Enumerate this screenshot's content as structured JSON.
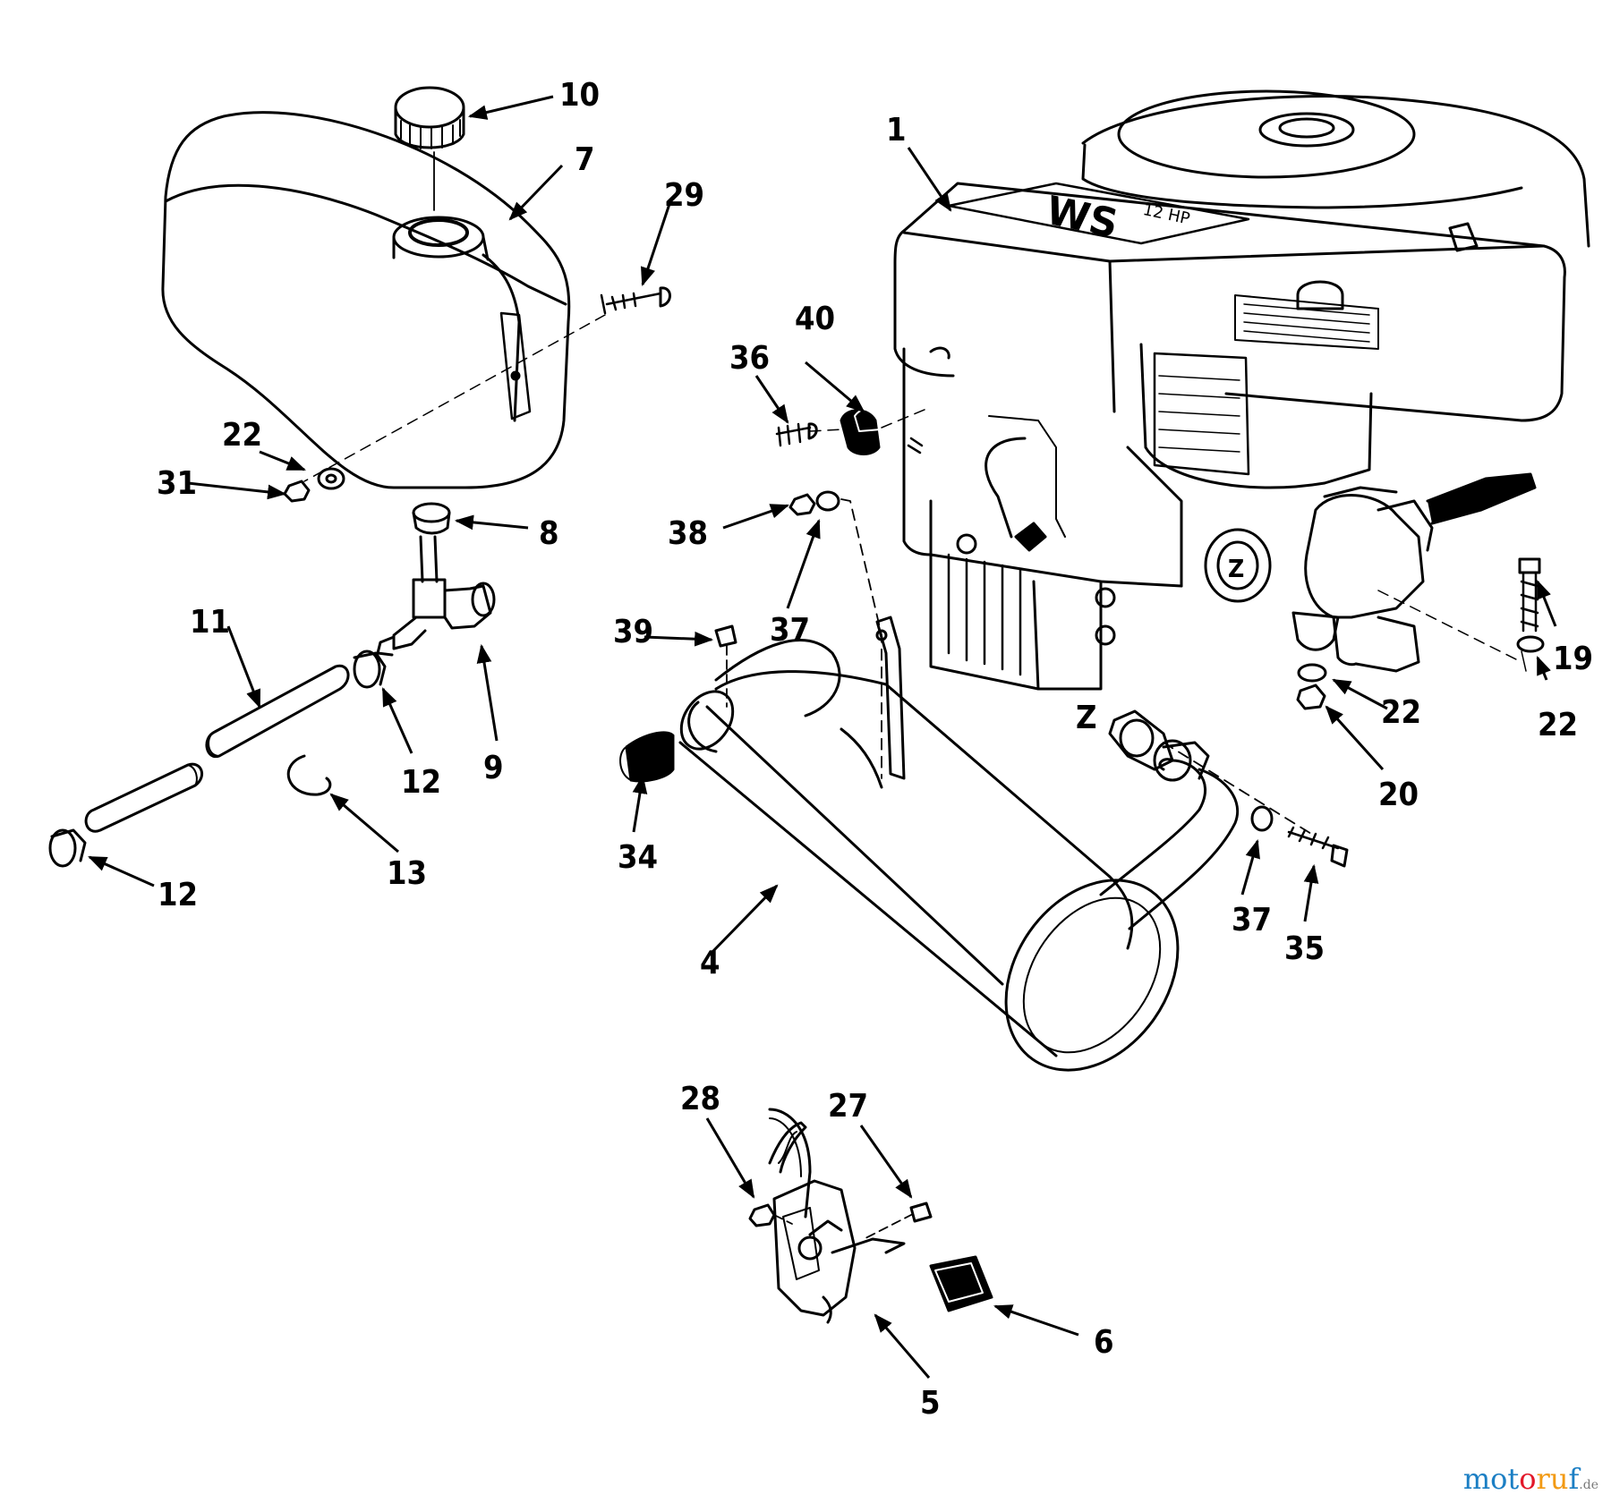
{
  "callouts": {
    "c1": "1",
    "c4": "4",
    "c5": "5",
    "c6": "6",
    "c7": "7",
    "c8": "8",
    "c9": "9",
    "c10": "10",
    "c11": "11",
    "c12a": "12",
    "c12b": "12",
    "c13": "13",
    "c19": "19",
    "c20": "20",
    "c22a": "22",
    "c22b": "22",
    "c22c": "22",
    "c27": "27",
    "c28": "28",
    "c29": "29",
    "c31": "31",
    "c34": "34",
    "c35": "35",
    "c36": "36",
    "c37a": "37",
    "c37b": "37",
    "c38": "38",
    "c39": "39",
    "c40": "40",
    "zA": "Z",
    "zB": "Z"
  },
  "engine_decal": {
    "model": "WS",
    "hp": "12 HP"
  },
  "watermark": {
    "part1": "mot",
    "part2": "o",
    "part3": "ru",
    "part4": "f",
    "suffix": ".de"
  },
  "colors": {
    "ink": "#000000",
    "paper": "#ffffff"
  }
}
